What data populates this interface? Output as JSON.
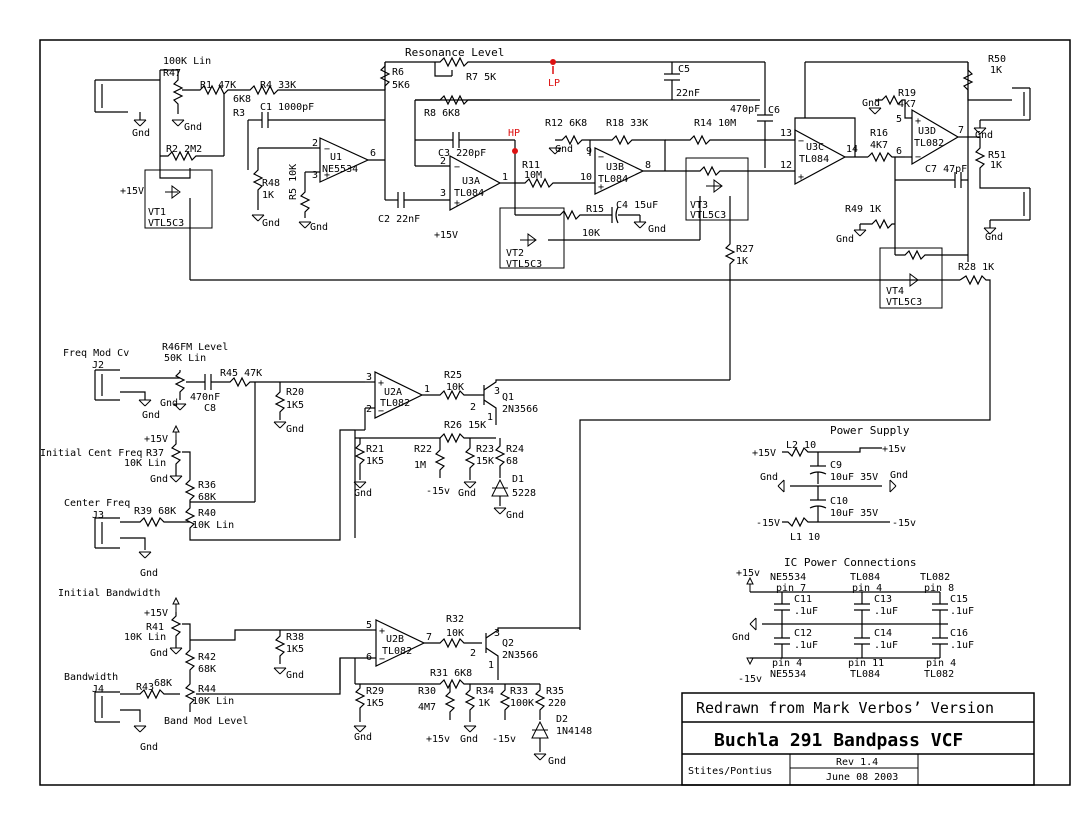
{
  "title_block": {
    "redrawn": "Redrawn from Mark Verbos’ Version",
    "title": "Buchla 291 Bandpass VCF",
    "authors": "Stites/Pontius",
    "rev": "Rev 1.4",
    "date": "June 08 2003"
  },
  "labels": {
    "resonance_level": "Resonance Level",
    "lp": "LP",
    "hp": "HP",
    "r47": "R47",
    "r47v": "100K Lin",
    "r1": "R1",
    "r1v": "47K",
    "r4": "R4",
    "r4v": "33K",
    "r3": "R3",
    "r3v": "6K8",
    "r6": "R6",
    "r6v": "5K6",
    "r7": "R7",
    "r7v": "5K",
    "c5": "C5",
    "c5v": "22nF",
    "c6": "C6",
    "c6v": "470pF",
    "c1": "C1",
    "c1v": "1000pF",
    "r8": "R8",
    "r8v": "6K8",
    "c3": "C3",
    "c3v": "220pF",
    "r12": "R12",
    "r12v": "6K8",
    "r18": "R18",
    "r18v": "33K",
    "r14": "R14",
    "r14v": "10M",
    "r2": "R2",
    "r2v": "2M2",
    "u1": "U1",
    "u1t": "NE5534",
    "u3a": "U3A",
    "u3at": "TL084",
    "u3b": "U3B",
    "u3bt": "TL084",
    "u3c": "U3C",
    "u3ct": "TL084",
    "u3d": "U3D",
    "u3dt": "TL082",
    "r11": "R11",
    "r11v": "10M",
    "r48": "R48",
    "r48v": "1K",
    "r5": "R5",
    "r5v": "10K",
    "c2": "C2",
    "c2v": "22nF",
    "r15": "R15",
    "r15v": "10K",
    "c4": "C4",
    "c4v": "15uF",
    "vt1": "VT1",
    "vt2": "VT2",
    "vt3": "VT3",
    "vt4": "VT4",
    "vtlsc3": "VTL5C3",
    "p15": "+15V",
    "gnd": "Gnd",
    "r19": "R19",
    "r19v": "4K7",
    "r16": "R16",
    "r16v": "4K7",
    "r50": "R50",
    "r50v": "1K",
    "r51": "R51",
    "r51v": "1K",
    "c7": "C7",
    "c7v": "47pF",
    "r49": "R49",
    "r49v": "1K",
    "r27": "R27",
    "r27v": "1K",
    "r28": "R28",
    "r28v": "1K",
    "freq_mod_cv": "Freq Mod Cv",
    "j2": "J2",
    "r46": "R46",
    "fm_level": "FM Level",
    "r46v": "50K Lin",
    "r45": "R45",
    "r45v": "47K",
    "c8": "C8",
    "c8v": "470nF",
    "r20": "R20",
    "r20v": "1K5",
    "u2a": "U2A",
    "u2at": "TL082",
    "r25": "R25",
    "r25v": "10K",
    "q1": "Q1",
    "q1t": "2N3566",
    "initial_cent_freq": "Initial Cent Freq",
    "r37": "R37",
    "r37v": "10K Lin",
    "r36": "R36",
    "r36v": "68K",
    "center_freq": "Center Freq",
    "j3": "J3",
    "r39": "R39",
    "r39v": "68K",
    "r40": "R40",
    "r40v": "10K Lin",
    "r21": "R21",
    "r21v": "1K5",
    "r22": "R22",
    "r22v": "1M",
    "r26": "R26",
    "r26v": "15K",
    "r23": "R23",
    "r23v": "15K",
    "r24": "R24",
    "r24v": "68",
    "d1": "D1",
    "d1t": "5228",
    "m15": "-15v",
    "initial_bandwidth": "Initial Bandwidth",
    "r41": "R41",
    "r41v": "10K Lin",
    "r42": "R42",
    "r42v": "68K",
    "bandwidth": "Bandwidth",
    "j4": "J4",
    "r43": "R43",
    "r43v": "68K",
    "r44": "R44",
    "r44v": "10K Lin",
    "band_mod_level": "Band Mod Level",
    "r38": "R38",
    "r38v": "1K5",
    "u2b": "U2B",
    "u2bt": "TL082",
    "r32": "R32",
    "r32v": "10K",
    "q2": "Q2",
    "q2t": "2N3566",
    "r29": "R29",
    "r29v": "1K5",
    "r31": "R31",
    "r31v": "6K8",
    "r30": "R30",
    "r30v": "4M7",
    "r34": "R34",
    "r34v": "1K",
    "r33": "R33",
    "r33v": "100K",
    "r35": "R35",
    "r35v": "220",
    "d2": "D2",
    "d2t": "1N4148",
    "p15v": "+15v",
    "power_supply": "Power Supply",
    "l2": "L2 10",
    "c9": "C9",
    "c9v": "10uF 35V",
    "c10": "C10",
    "c10v": "10uF 35V",
    "l1": "L1 10",
    "ic_power": "IC Power Connections",
    "ne5534": "NE5534",
    "tl084": "TL084",
    "tl082": "TL082",
    "pin7": "pin 7",
    "pin4": "pin 4",
    "pin8": "pin 8",
    "pin11": "pin 11",
    "c11": "C11",
    "c12": "C12",
    "c13": "C13",
    "c14": "C14",
    "c15": "C15",
    "c16": "C16",
    "cap1uf": ".1uF",
    "m15b": "-15V",
    "n1": "1",
    "n2": "2",
    "n3": "3",
    "n5": "5",
    "n6": "6",
    "n7": "7",
    "n8": "8",
    "n9": "9",
    "n10": "10",
    "n12": "12",
    "n13": "13",
    "n14": "14"
  }
}
